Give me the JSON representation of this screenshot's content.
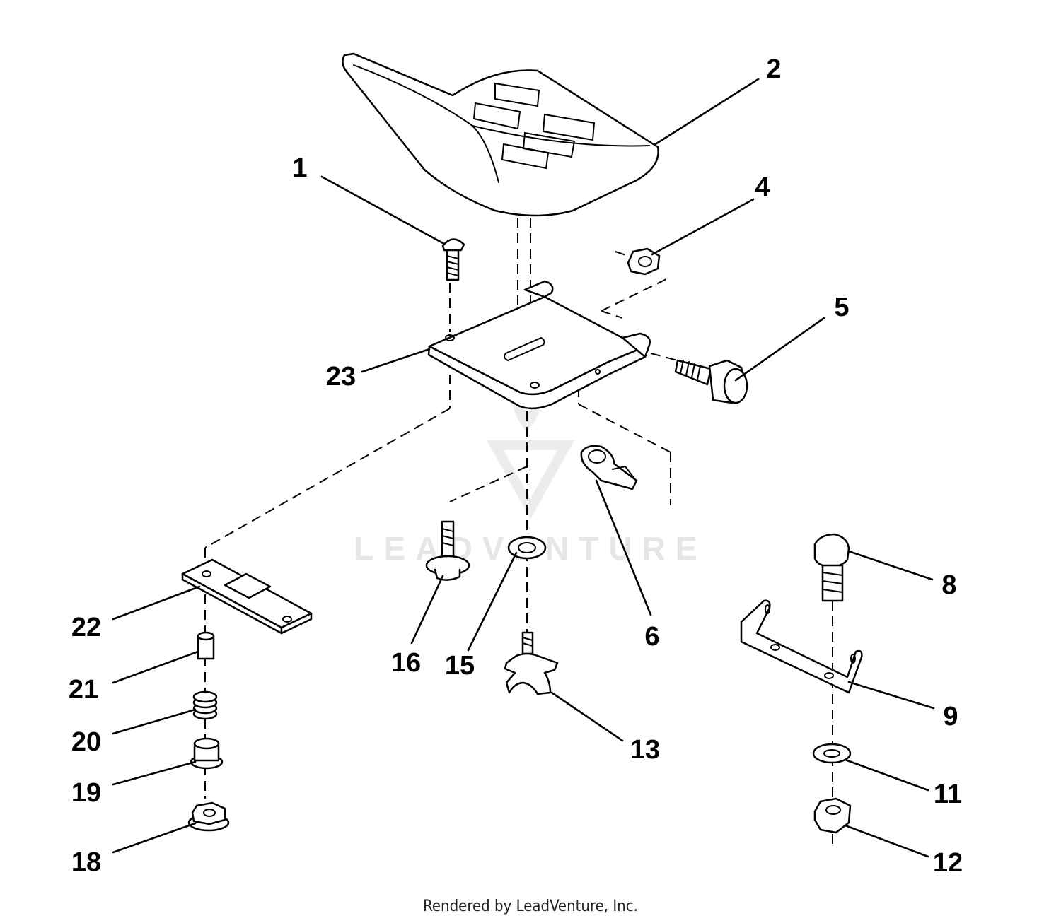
{
  "watermark": {
    "text": "LEADVENTURE"
  },
  "footer": {
    "credit": "Rendered by LeadVenture, Inc."
  },
  "callouts": [
    {
      "id": "1",
      "label": "1"
    },
    {
      "id": "2",
      "label": "2"
    },
    {
      "id": "4",
      "label": "4"
    },
    {
      "id": "5",
      "label": "5"
    },
    {
      "id": "6",
      "label": "6"
    },
    {
      "id": "8",
      "label": "8"
    },
    {
      "id": "9",
      "label": "9"
    },
    {
      "id": "11",
      "label": "11"
    },
    {
      "id": "12",
      "label": "12"
    },
    {
      "id": "13",
      "label": "13"
    },
    {
      "id": "15",
      "label": "15"
    },
    {
      "id": "16",
      "label": "16"
    },
    {
      "id": "18",
      "label": "18"
    },
    {
      "id": "19",
      "label": "19"
    },
    {
      "id": "20",
      "label": "20"
    },
    {
      "id": "21",
      "label": "21"
    },
    {
      "id": "22",
      "label": "22"
    },
    {
      "id": "23",
      "label": "23"
    }
  ]
}
